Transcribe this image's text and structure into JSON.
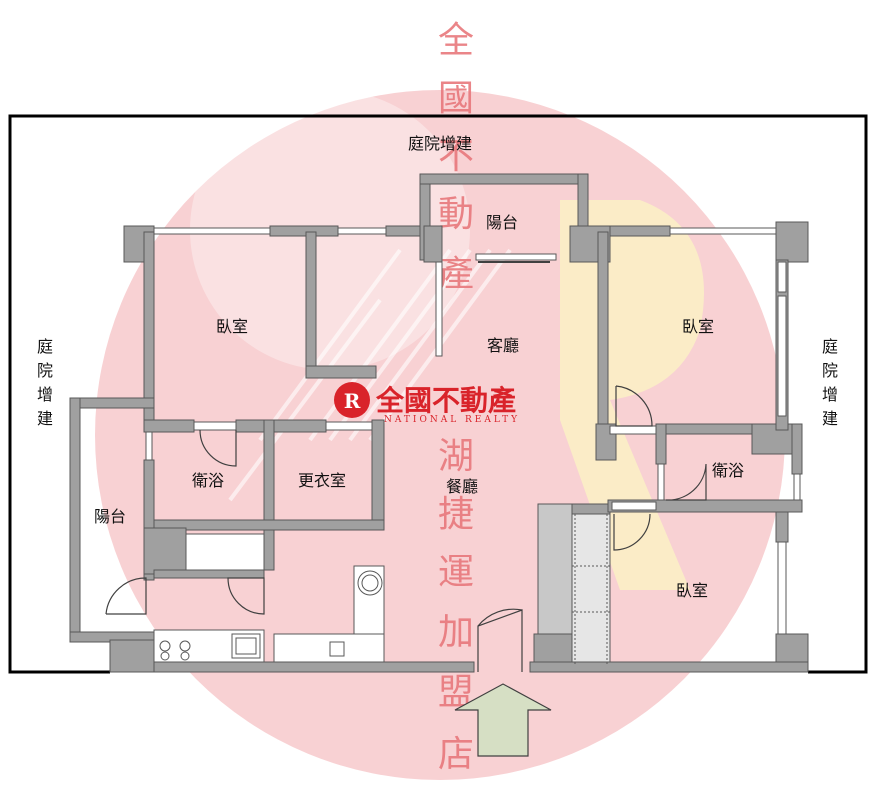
{
  "rooms": {
    "yard_top": "庭院增建",
    "yard_left": [
      "庭",
      "院",
      "增",
      "建"
    ],
    "yard_right": [
      "庭",
      "院",
      "增",
      "建"
    ],
    "balcony_top": "陽台",
    "balcony_left": "陽台",
    "bedroom_nw": "臥室",
    "bedroom_ne": "臥室",
    "bedroom_se": "臥室",
    "living_room": "客廳",
    "dining_room": "餐廳",
    "bath_w": "衛浴",
    "bath_e": "衛浴",
    "dressing_room": "更衣室"
  },
  "watermark": {
    "brand_cn": "全國不動產",
    "brand_en": "NATIONAL REALTY",
    "store_vertical": [
      "全",
      "國",
      "不",
      "動",
      "產",
      "湖",
      "捷",
      "運",
      "加",
      "盟",
      "店"
    ]
  },
  "colors": {
    "wall": "#a0a0a0",
    "wall_dark": "#585858",
    "outline": "#000000",
    "watermark_disc": "#f7c9cb",
    "watermark_text": "#e8787c",
    "logo_red": "#d9232a",
    "entrance_arrow": "#d6dfc4"
  }
}
